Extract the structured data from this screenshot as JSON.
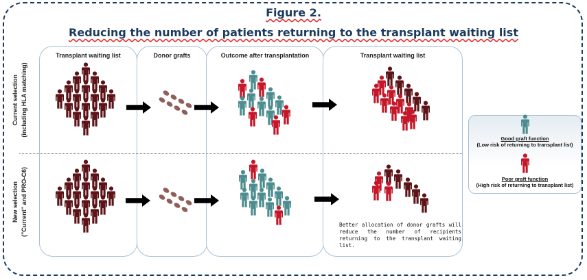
{
  "figure": {
    "label": "Figure 2.",
    "title": "Reducing the number of patients returning to the transplant waiting list"
  },
  "columns": [
    "Transplant waiting list",
    "Donor grafts",
    "Outcome after transplantation",
    "Transplant waiting list"
  ],
  "rows": [
    {
      "line1": "Current selection",
      "line2": "(including HLA matching)"
    },
    {
      "line1": "New selection",
      "line2": "(\"Current\" and PRO-C6)"
    }
  ],
  "legend": {
    "good_title": "Good graft function",
    "good_desc": "(Low risk of returning to transplant list)",
    "poor_title": "Poor graft function",
    "poor_desc": "(High risk of returning to transplant list)"
  },
  "note": "Better allocation of donor grafts will reduce the number of recipients returning to  the transplant waiting list.",
  "colors": {
    "waiting": "#5c1418",
    "poor": "#c4182a",
    "good": "#4d8d8f",
    "graft": "#8e5f5a",
    "frame": "#1b3b5e"
  },
  "icons": [
    "person-icon",
    "kidney-graft-icon",
    "right-arrow-icon"
  ]
}
